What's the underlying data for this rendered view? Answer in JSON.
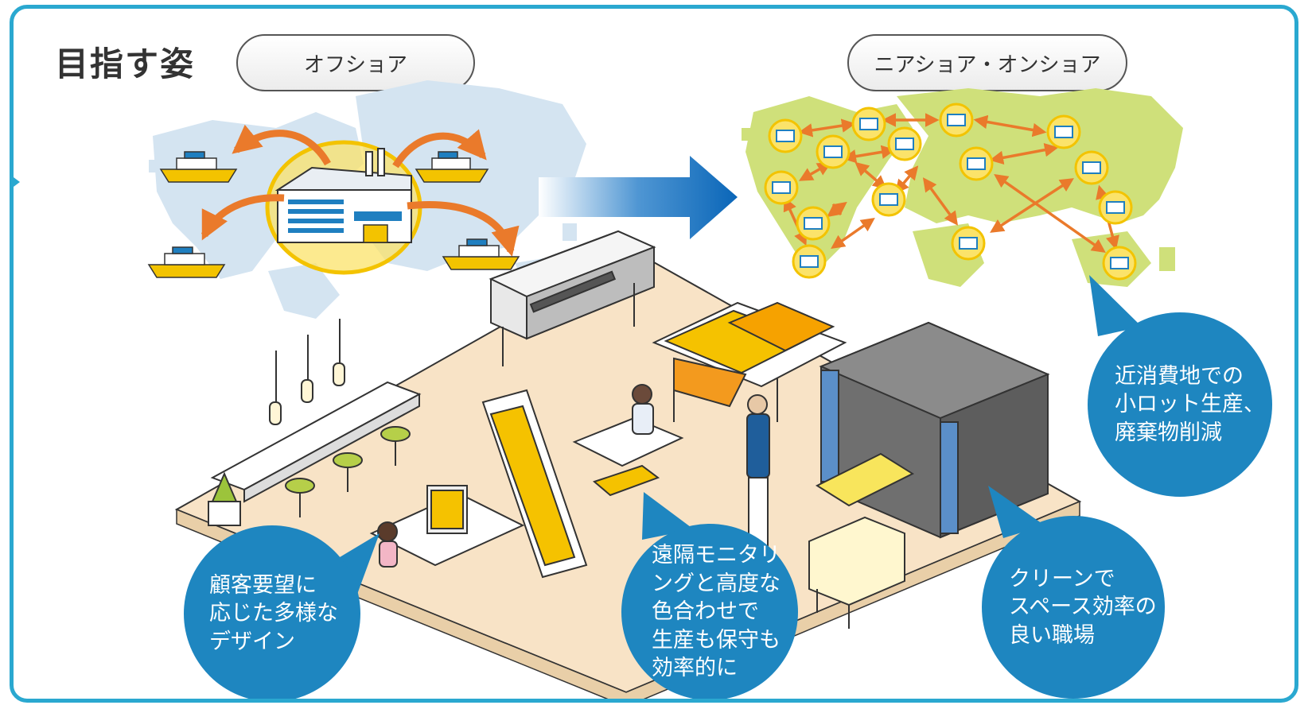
{
  "title": "目指す姿",
  "labels": {
    "offshore": "オフショア",
    "nearshore": "ニアショア・オンショア"
  },
  "callouts": {
    "local_production": "近消費地での\n小ロット生産、\n廃棄物削減",
    "clean_workplace": "クリーンで\nスペース効率の\n良い職場",
    "remote_monitoring": "遠隔モニタリ\nングと高度な\n色合わせで\n生産も保守も\n効率的に",
    "diverse_design": "顧客要望に\n応じた多様な\nデザイン"
  },
  "colors": {
    "frame": "#2aa8d0",
    "bubble": "#1e86c0",
    "map_offshore": "#d4e4f1",
    "map_nearshore": "#cfe07a",
    "arrow": "#ea7a2b",
    "floor": "#f8e3c6"
  }
}
